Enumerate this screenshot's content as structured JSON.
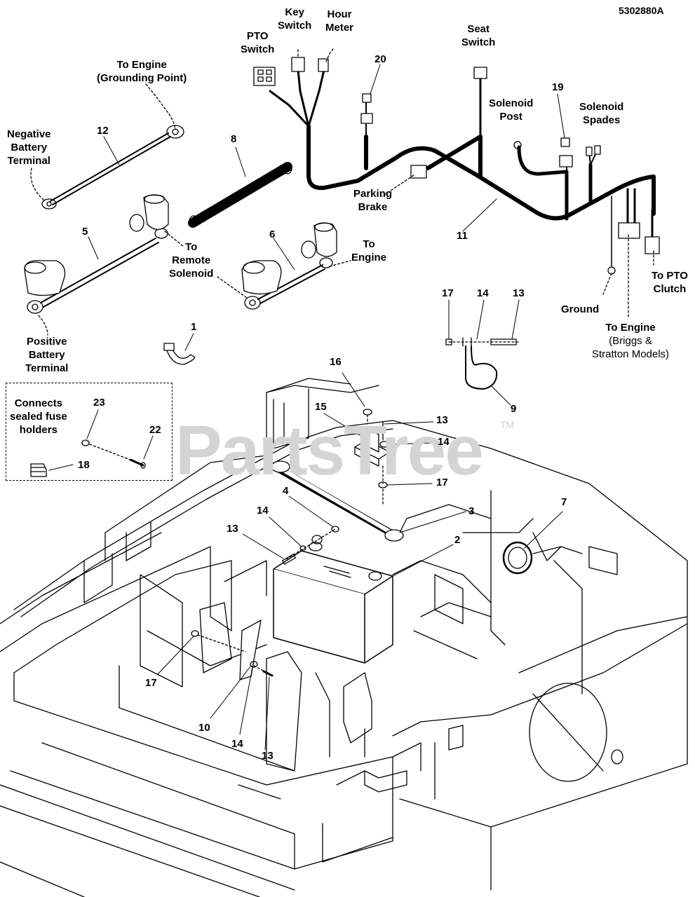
{
  "drawing_number": "5302880A",
  "watermark": {
    "text": "PartsTree",
    "trademark": "TM"
  },
  "callouts": {
    "pto_switch": [
      "PTO",
      "Switch"
    ],
    "key_switch": [
      "Key",
      "Switch"
    ],
    "hour_meter": [
      "Hour",
      "Meter"
    ],
    "seat_switch": [
      "Seat",
      "Switch"
    ],
    "solenoid_post": [
      "Solenoid",
      "Post"
    ],
    "solenoid_spades": [
      "Solenoid",
      "Spades"
    ],
    "to_engine_grounding": [
      "To Engine",
      "(Grounding Point)"
    ],
    "negative_battery_terminal": [
      "Negative",
      "Battery",
      "Terminal"
    ],
    "to_remote_solenoid": [
      "To",
      "Remote",
      "Solenoid"
    ],
    "to_engine_cable": [
      "To",
      "Engine"
    ],
    "parking_brake": [
      "Parking",
      "Brake"
    ],
    "positive_battery_terminal": [
      "Positive",
      "Battery",
      "Terminal"
    ],
    "ground": "Ground",
    "to_pto_clutch": [
      "To PTO",
      "Clutch"
    ],
    "to_engine_briggs": [
      "To Engine",
      "(Briggs &",
      "Stratton Models)"
    ],
    "connects_sealed_fuse_holders": [
      "Connects",
      "sealed fuse",
      "holders"
    ]
  },
  "part_numbers": {
    "p20": "20",
    "p12": "12",
    "p8": "8",
    "p19": "19",
    "p5": "5",
    "p6": "6",
    "p11": "11",
    "p1": "1",
    "p17a": "17",
    "p14a": "14",
    "p13a": "13",
    "p9": "9",
    "p16": "16",
    "p15": "15",
    "p13b": "13",
    "p14b": "14",
    "p23": "23",
    "p22": "22",
    "p18": "18",
    "p17b": "17",
    "p4": "4",
    "p3": "3",
    "p7": "7",
    "p14c": "14",
    "p13c": "13",
    "p2": "2",
    "p17c": "17",
    "p10": "10",
    "p14d": "14",
    "p13d": "13"
  },
  "colors": {
    "line": "#000000",
    "watermark": "#d4d4d4",
    "background": "#ffffff"
  }
}
